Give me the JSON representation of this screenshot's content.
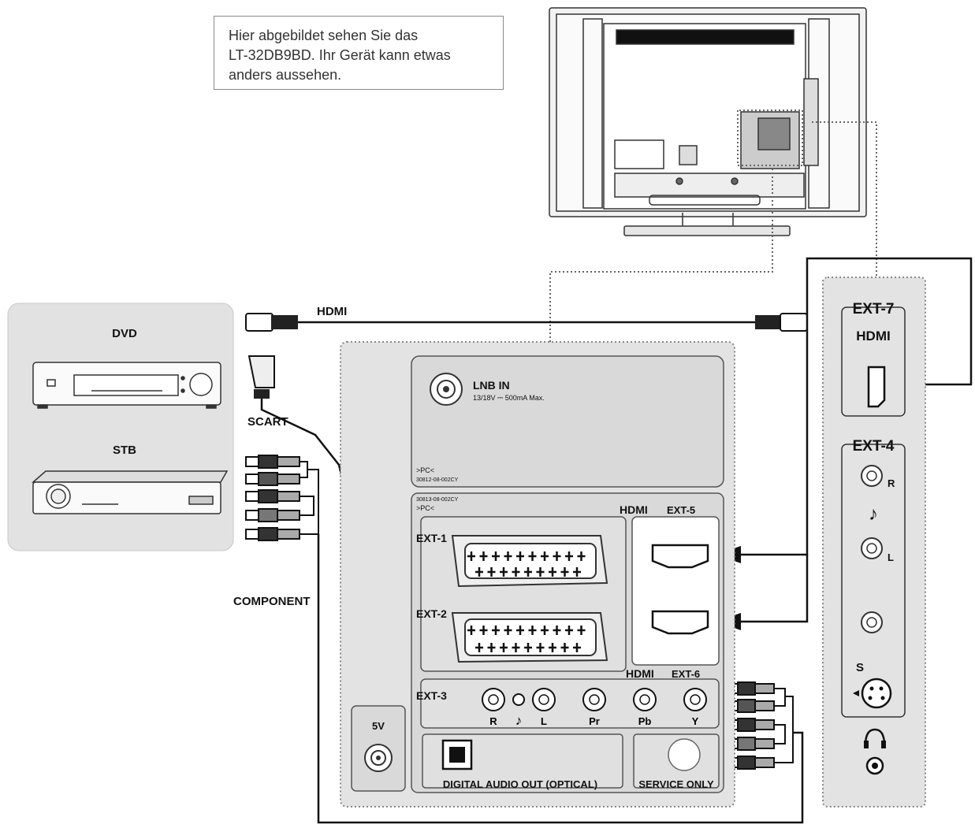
{
  "note": {
    "lines": [
      "Hier abgebildet sehen Sie das",
      "LT-32DB9BD. Ihr Gerät kann etwas",
      "anders aussehen."
    ]
  },
  "devices": {
    "dvd": "DVD",
    "stb": "STB"
  },
  "cables": {
    "hdmi": "HDMI",
    "scart": "SCART",
    "component": "COMPONENT"
  },
  "panel": {
    "lnb_title": "LNB IN",
    "lnb_spec": "13/18V ⎓ 500mA Max.",
    "pc_mark_1": ">PC<",
    "part_no_1": "30812-08-002CY",
    "part_no_2": "30813-08-002CY",
    "pc_mark_2": ">PC<",
    "hdmi_logo": "HDMI",
    "ext5": "EXT-5",
    "ext1": "EXT-1",
    "ext2": "EXT-2",
    "ext6": "EXT-6",
    "ext3": "EXT-3",
    "ext3_labels": [
      "R",
      "♪",
      "L",
      "Pr",
      "Pb",
      "Y"
    ],
    "ant_voltage": "5V",
    "digital_audio": "DIGITAL AUDIO OUT (OPTICAL)",
    "service_only": "SERVICE ONLY"
  },
  "side_panel": {
    "ext7": "EXT-7",
    "hdmi_logo": "HDMI",
    "ext4": "EXT-4",
    "r_label": "R",
    "l_label": "L",
    "note_symbol": "♪",
    "s_label": "S"
  }
}
